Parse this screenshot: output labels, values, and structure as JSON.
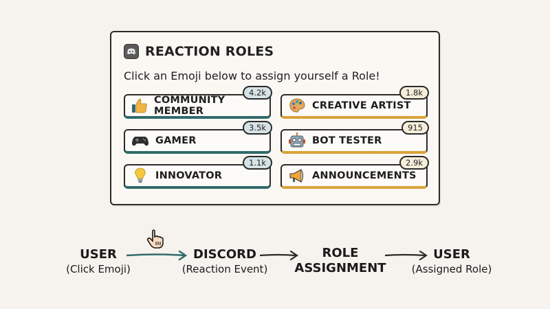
{
  "card": {
    "title": "REACTION ROLES",
    "subtitle": "Click an Emoji below to assign yourself a Role!",
    "icon": "discord-icon"
  },
  "roles": [
    {
      "label": "COMMUNITY MEMBER",
      "count": "4.2k",
      "emoji": "thumbs-up-icon",
      "accent": "#2f6b6b"
    },
    {
      "label": "CREATIVE ARTIST",
      "count": "1.8k",
      "emoji": "palette-icon",
      "accent": "#d9a23a"
    },
    {
      "label": "GAMER",
      "count": "3.5k",
      "emoji": "game-controller-icon",
      "accent": "#2f6b6b"
    },
    {
      "label": "BOT TESTER",
      "count": "915",
      "emoji": "robot-icon",
      "accent": "#d9a23a"
    },
    {
      "label": "INNOVATOR",
      "count": "1.1k",
      "emoji": "light-bulb-icon",
      "accent": "#2f6b6b"
    },
    {
      "label": "ANNOUNCEMENTS",
      "count": "2.9k",
      "emoji": "megaphone-icon",
      "accent": "#d9a23a"
    }
  ],
  "flow": {
    "steps": [
      {
        "title": "USER",
        "subtitle": "(Click Emoji)"
      },
      {
        "title": "DISCORD",
        "subtitle": "(Reaction Event)"
      },
      {
        "title": "ROLE",
        "title2": "ASSIGNMENT"
      },
      {
        "title": "USER",
        "subtitle": "(Assigned Role)"
      }
    ],
    "cursor": "hand-pointer-icon"
  },
  "colors": {
    "background": "#f6f2ee",
    "teal": "#2f6b6b",
    "gold": "#d9a23a"
  }
}
